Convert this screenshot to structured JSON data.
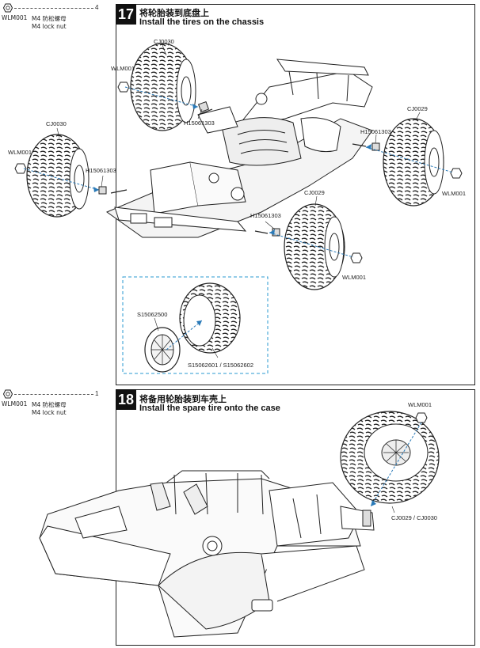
{
  "steps": [
    {
      "number": "17",
      "title_cn": "将轮胎装到底盘上",
      "title_en": "Install the tires on the chassis",
      "sidebar": {
        "part_code": "WLM001",
        "name_cn": "M4 防松螺母",
        "name_en": "M4 lock nut",
        "qty": "4"
      },
      "labels": {
        "cj0030_top": "CJ0030",
        "wlm001_top": "WLM001",
        "h15061303_a": "H15061303",
        "cj0030_left": "CJ0030",
        "wlm001_left": "WLM001",
        "h15061303_b": "H15061303",
        "cj0029_right": "CJ0029",
        "h15061303_c": "H15061303",
        "wlm001_right": "WLM001",
        "cj0029_front": "CJ0029",
        "h15061303_d": "H15061303",
        "wlm001_front": "WLM001",
        "s15062500": "S15062500",
        "s15062601": "S15062601 / S15062602"
      }
    },
    {
      "number": "18",
      "title_cn": "将备用轮胎装到车壳上",
      "title_en": "Install the spare tire onto the case",
      "sidebar": {
        "part_code": "WLM001",
        "name_cn": "M4 防松螺母",
        "name_en": "M4 lock nut",
        "qty": "1"
      },
      "labels": {
        "wlm001": "WLM001",
        "cj0029_cj0030": "CJ0029 / CJ0030"
      }
    }
  ]
}
